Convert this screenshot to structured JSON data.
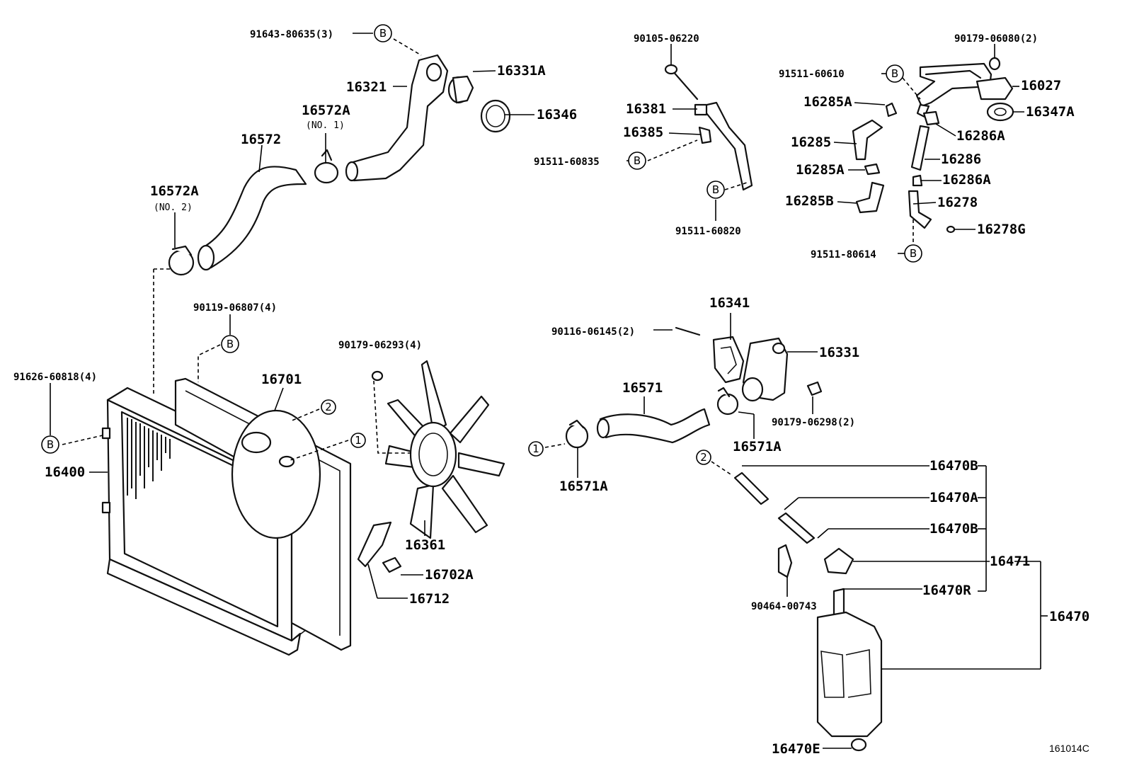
{
  "diagram_code": "161014C",
  "reference_marks": {
    "b": "B",
    "one": "1",
    "two": "2"
  },
  "labels": {
    "p91643": "91643-80635(3)",
    "p16321": "16321",
    "p16331A": "16331A",
    "p16346": "16346",
    "p16572A_no1": "16572A",
    "no1": "(NO. 1)",
    "p16572": "16572",
    "p16572A_no2": "16572A",
    "no2": "(NO. 2)",
    "p90105": "90105-06220",
    "p16381": "16381",
    "p16385": "16385",
    "p91511_60835": "91511-60835",
    "p91511_60820": "91511-60820",
    "p90179_06080": "90179-06080(2)",
    "p91511_60610": "91511-60610",
    "p16027": "16027",
    "p16347A": "16347A",
    "p16285A_top": "16285A",
    "p16286A_top": "16286A",
    "p16285": "16285",
    "p16286": "16286",
    "p16285A_mid": "16285A",
    "p16286A_mid": "16286A",
    "p16285B": "16285B",
    "p16278": "16278",
    "p16278G": "16278G",
    "p91511_80614": "91511-80614",
    "p90119": "90119-06807(4)",
    "p91626": "91626-60818(4)",
    "p16400": "16400",
    "p16701": "16701",
    "p90179_06293": "90179-06293(4)",
    "p16361": "16361",
    "p16702A": "16702A",
    "p16712": "16712",
    "p90116": "90116-06145(2)",
    "p16341": "16341",
    "p16331": "16331",
    "p90179_06298": "90179-06298(2)",
    "p16571": "16571",
    "p16571A_right": "16571A",
    "p16571A_left": "16571A",
    "p16470B_top": "16470B",
    "p16470A": "16470A",
    "p16470B_mid": "16470B",
    "p16471": "16471",
    "p16470R": "16470R",
    "p90464": "90464-00743",
    "p16470": "16470",
    "p16470E": "16470E"
  }
}
